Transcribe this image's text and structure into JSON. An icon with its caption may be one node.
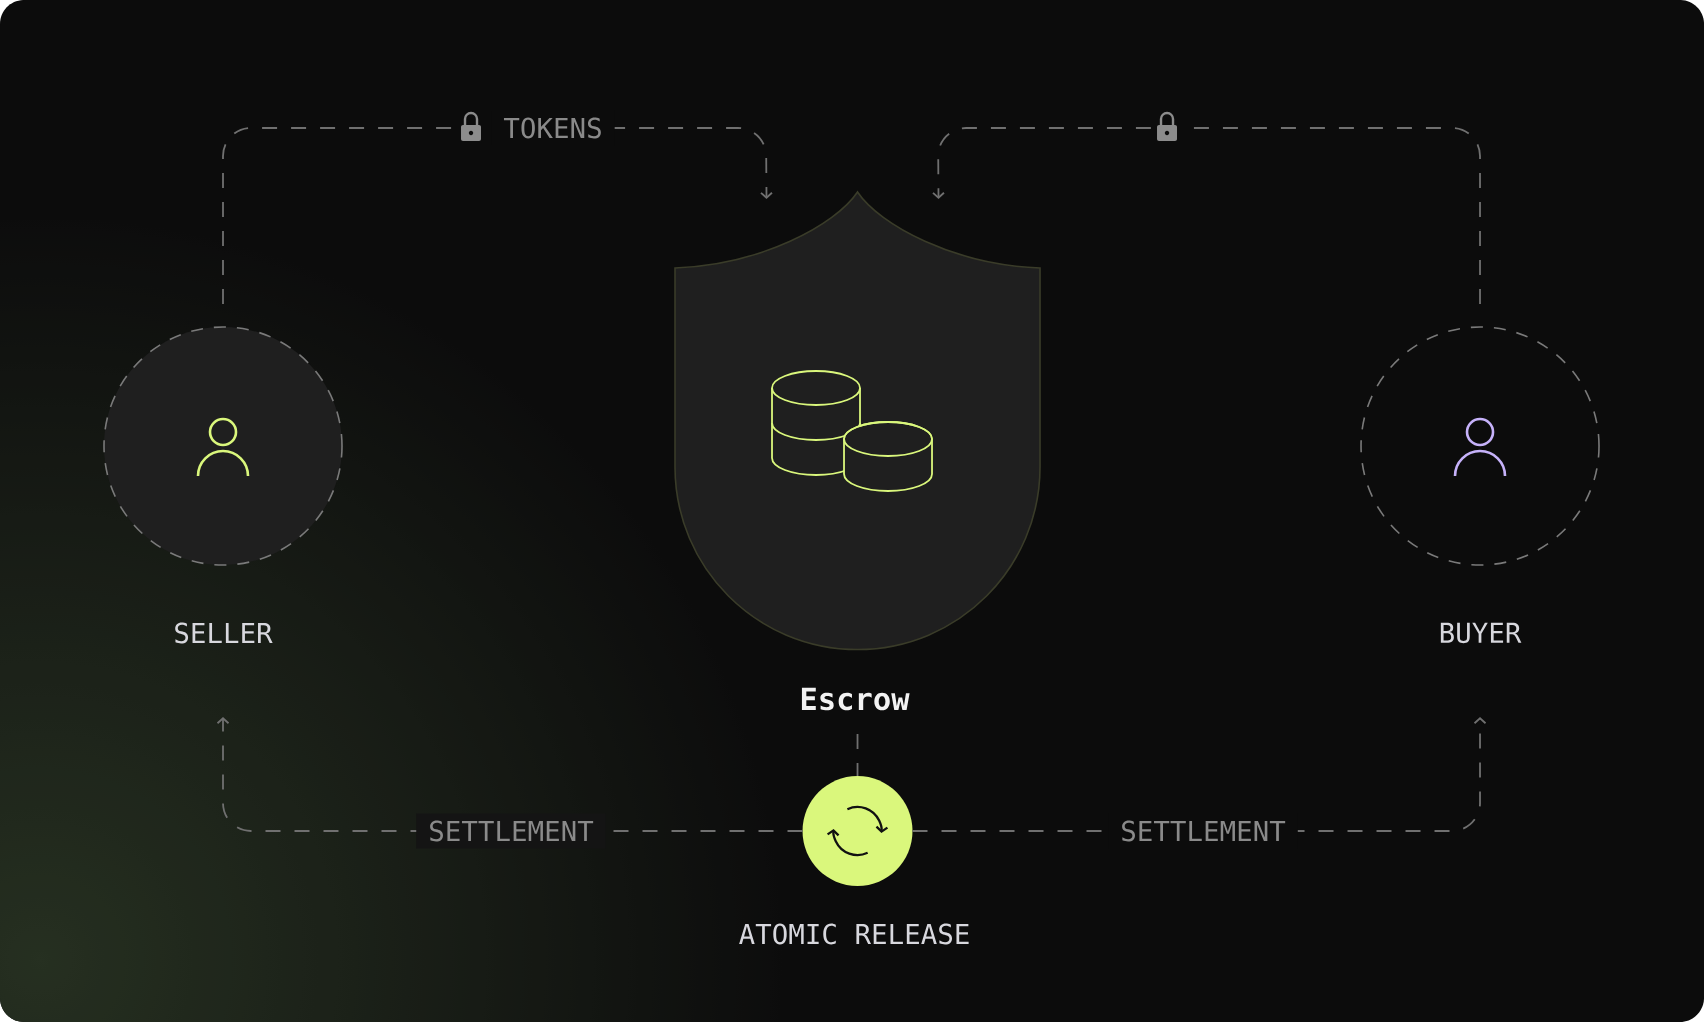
{
  "diagram": {
    "nodes": [
      {
        "text": [
          "SELLER"
        ]
      },
      {
        "text": [
          "Escrow"
        ]
      },
      {
        "text": [
          "BUYER"
        ]
      },
      {
        "text": [
          "ATOMIC RELEASE"
        ]
      }
    ],
    "edges": [
      {
        "from": 0,
        "to": 1,
        "arrow": "to",
        "label": "TOKENS",
        "style": "dashed"
      },
      {
        "from": 2,
        "to": 1,
        "arrow": "to",
        "style": "dashed"
      },
      {
        "from": 1,
        "to": 3,
        "arrow": "none",
        "style": "dashed"
      },
      {
        "from": 3,
        "to": 0,
        "arrow": "to",
        "label": "SETTLEMENT",
        "style": "dashed"
      },
      {
        "from": 3,
        "to": 2,
        "arrow": "to",
        "label": "SETTLEMENT",
        "style": "dashed"
      }
    ]
  }
}
